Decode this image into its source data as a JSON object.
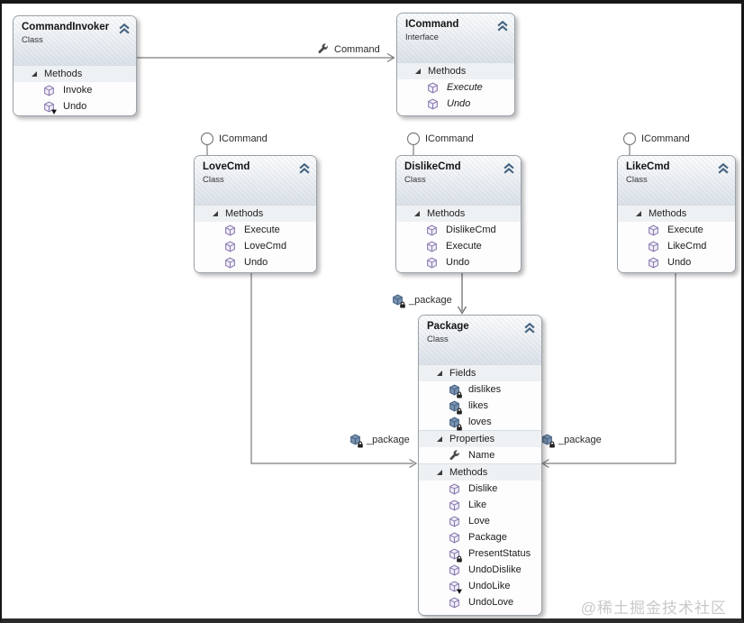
{
  "watermark": "@稀土掘金技术社区",
  "lollipops": [
    {
      "label": "ICommand"
    },
    {
      "label": "ICommand"
    },
    {
      "label": "ICommand"
    }
  ],
  "connector_labels": {
    "command": "Command",
    "package_top": "_package",
    "package_left": "_package",
    "package_right": "_package"
  },
  "colors": {
    "method_icon": "#8a7bb0",
    "field_icon": "#5d7fa3",
    "connector_line": "#7d7d7d",
    "header_chevron": "#44637f"
  },
  "classes": [
    {
      "name": "CommandInvoker",
      "kind": "Class",
      "sections": [
        {
          "title": "Methods",
          "members": [
            {
              "label": "Invoke"
            },
            {
              "label": "Undo"
            }
          ]
        }
      ]
    },
    {
      "name": "ICommand",
      "kind": "Interface",
      "sections": [
        {
          "title": "Methods",
          "members": [
            {
              "label": "Execute"
            },
            {
              "label": "Undo"
            }
          ]
        }
      ]
    },
    {
      "name": "LoveCmd",
      "kind": "Class",
      "sections": [
        {
          "title": "Methods",
          "members": [
            {
              "label": "Execute"
            },
            {
              "label": "LoveCmd"
            },
            {
              "label": "Undo"
            }
          ]
        }
      ]
    },
    {
      "name": "DislikeCmd",
      "kind": "Class",
      "sections": [
        {
          "title": "Methods",
          "members": [
            {
              "label": "DislikeCmd"
            },
            {
              "label": "Execute"
            },
            {
              "label": "Undo"
            }
          ]
        }
      ]
    },
    {
      "name": "LikeCmd",
      "kind": "Class",
      "sections": [
        {
          "title": "Methods",
          "members": [
            {
              "label": "Execute"
            },
            {
              "label": "LikeCmd"
            },
            {
              "label": "Undo"
            }
          ]
        }
      ]
    },
    {
      "name": "Package",
      "kind": "Class",
      "sections": [
        {
          "title": "Fields",
          "members": [
            {
              "label": "dislikes"
            },
            {
              "label": "likes"
            },
            {
              "label": "loves"
            }
          ]
        },
        {
          "title": "Properties",
          "members": [
            {
              "label": "Name"
            }
          ]
        },
        {
          "title": "Methods",
          "members": [
            {
              "label": "Dislike"
            },
            {
              "label": "Like"
            },
            {
              "label": "Love"
            },
            {
              "label": "Package"
            },
            {
              "label": "PresentStatus"
            },
            {
              "label": "UndoDislike"
            },
            {
              "label": "UndoLike"
            },
            {
              "label": "UndoLove"
            }
          ]
        }
      ]
    }
  ]
}
